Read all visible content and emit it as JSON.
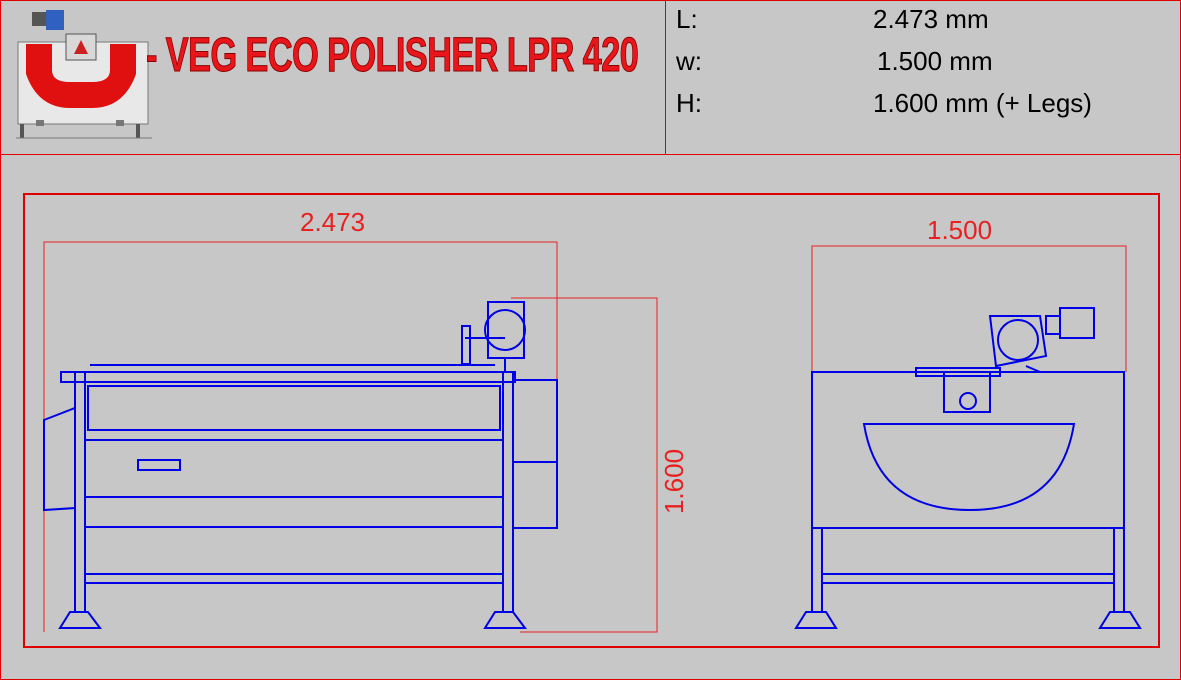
{
  "header": {
    "title": "- VEG ECO POLISHER LPR 420",
    "logo_icon": "polisher-machine-thumbnail-icon"
  },
  "specs": [
    {
      "label": "L:",
      "value": "2.473 mm"
    },
    {
      "label": "w:",
      "value": "1.500 mm"
    },
    {
      "label": "H:",
      "value": "1.600 mm (+ Legs)"
    }
  ],
  "drawing": {
    "front_length": "2.473",
    "front_height": "1.600",
    "side_width": "1.500"
  },
  "colors": {
    "background": "#c7c7c7",
    "frame": "#e00000",
    "title": "#e8161a",
    "drawing_lines": "#0000e6",
    "dimension": "#e82020"
  }
}
